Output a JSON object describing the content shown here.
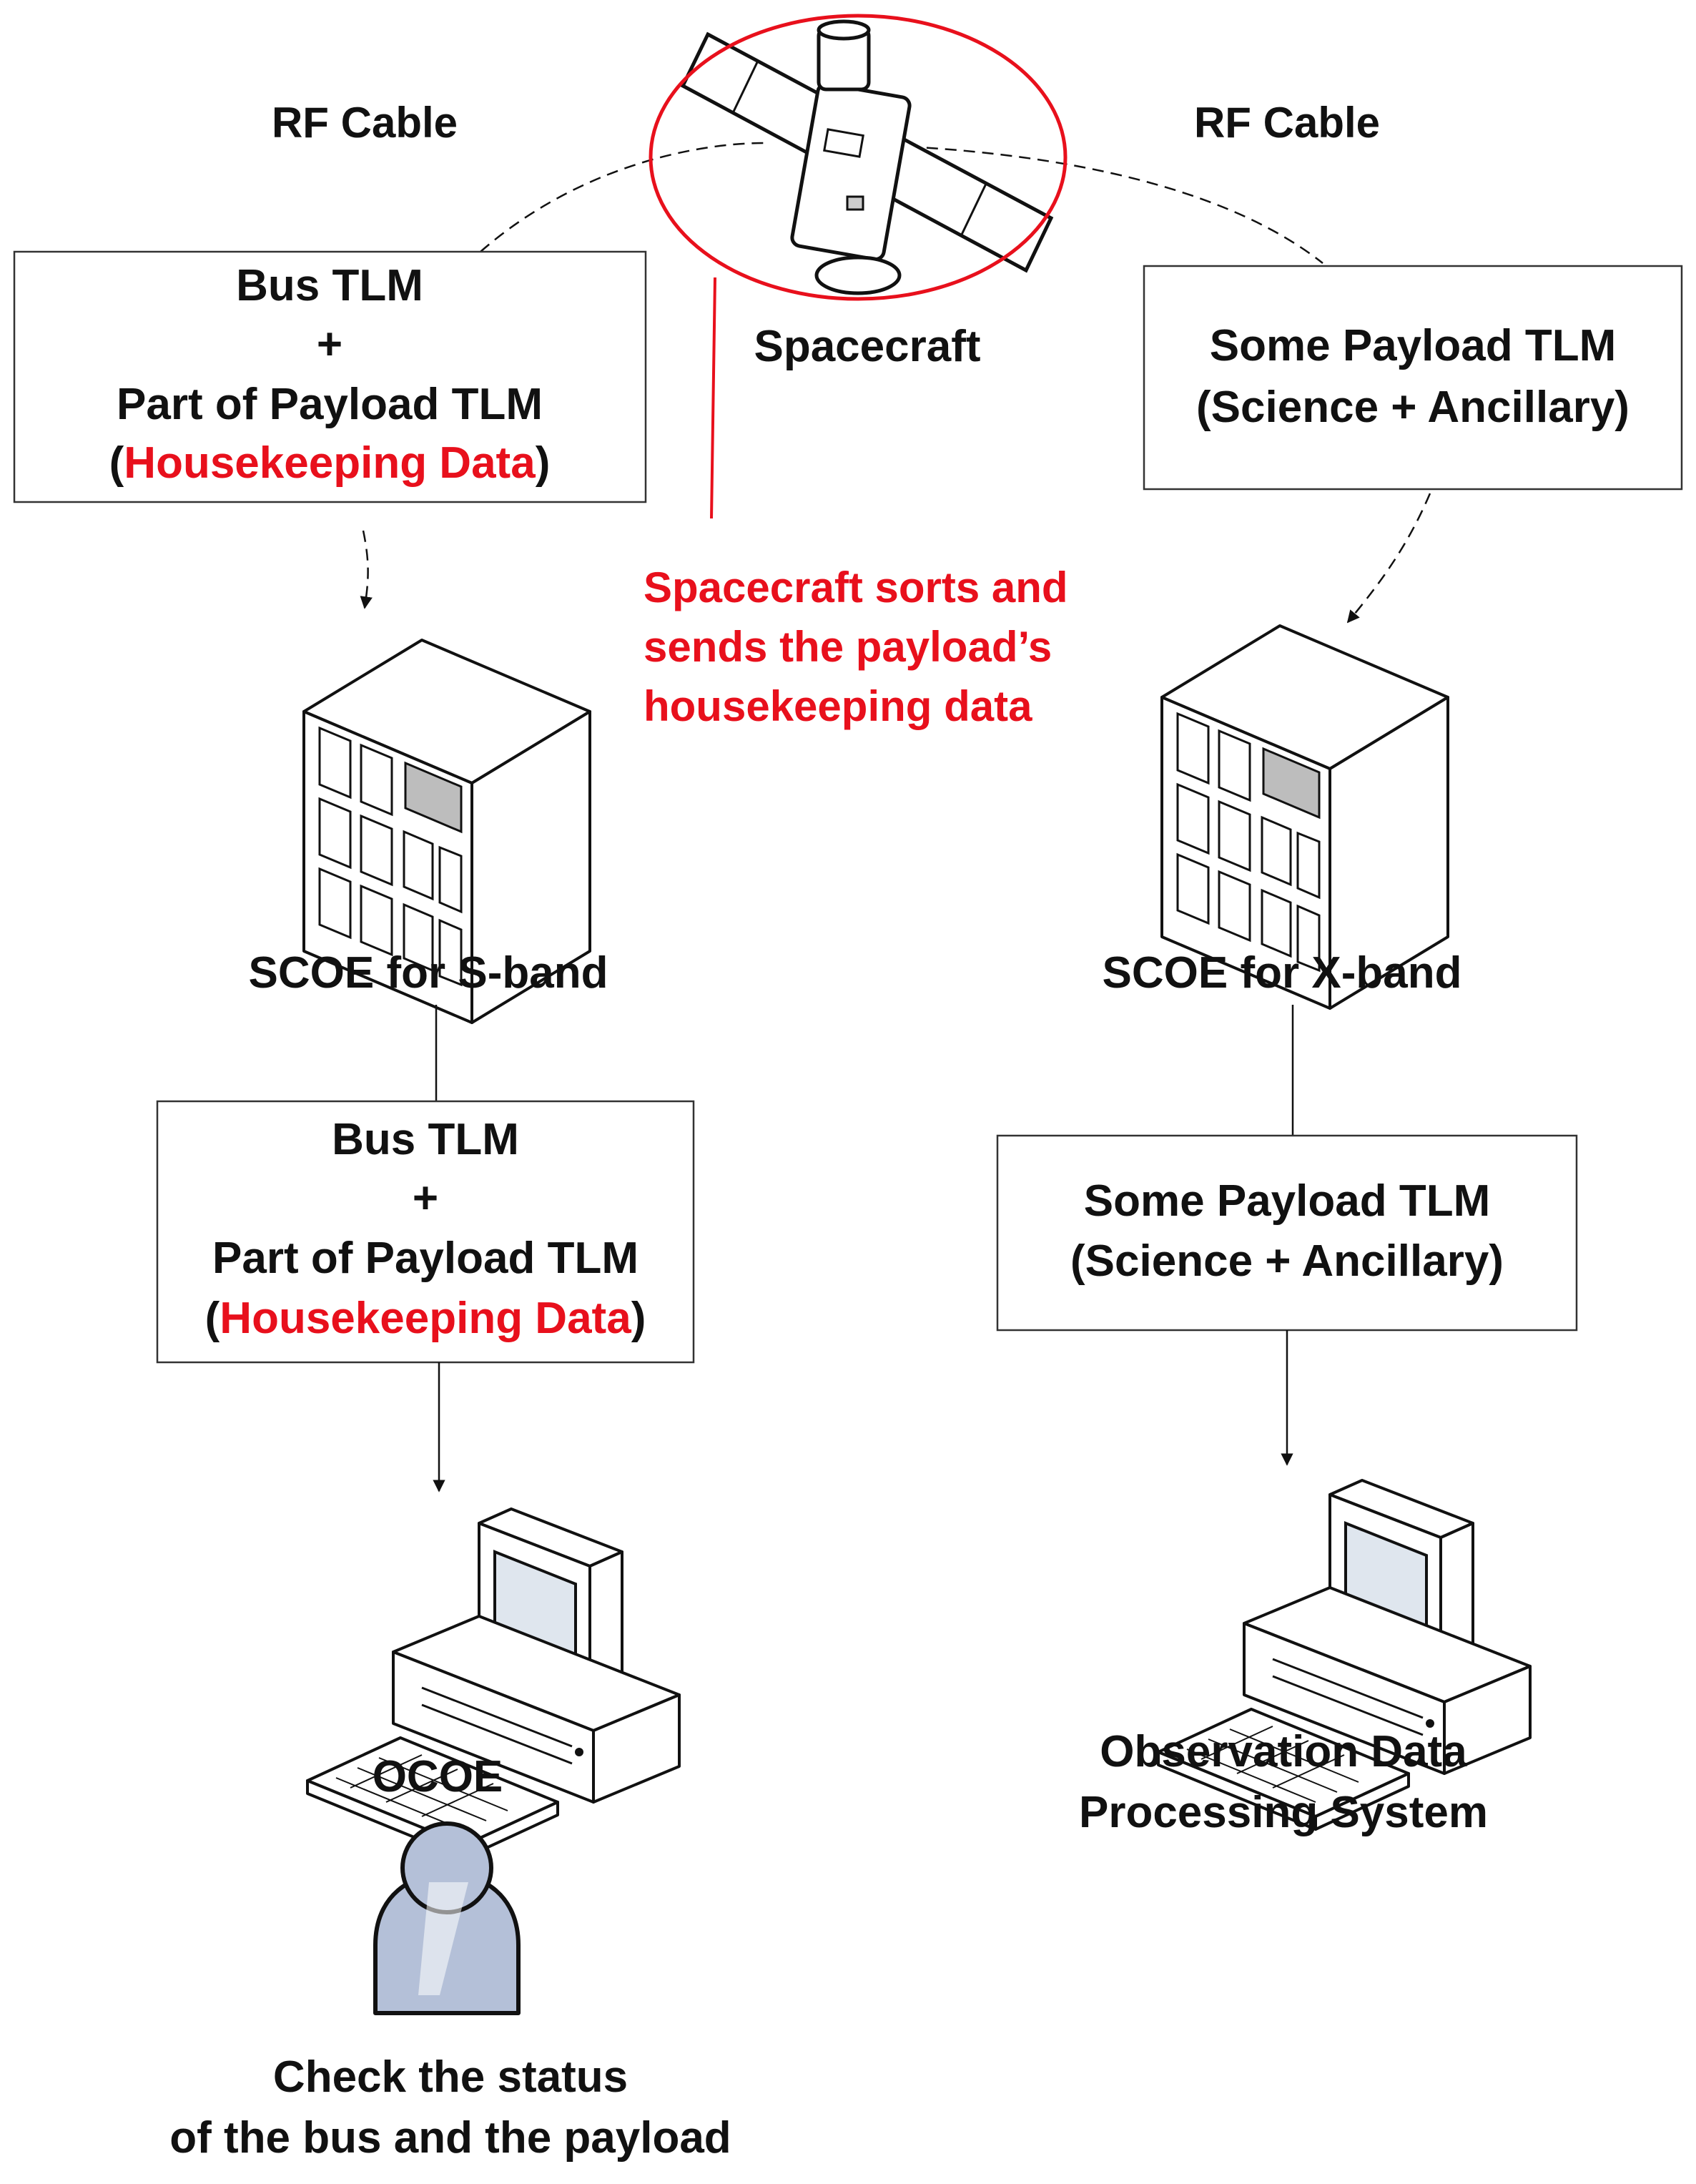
{
  "left_link": {
    "label": "RF Cable"
  },
  "right_link": {
    "label": "RF Cable"
  },
  "spacecraft": {
    "label": "Spacecraft",
    "icon": "satellite-icon"
  },
  "note": {
    "lines": [
      "Spacecraft sorts and",
      "sends the payload’s",
      "housekeeping data"
    ]
  },
  "left_top_box": {
    "line1": "Bus TLM",
    "line2": "+",
    "line3": "Part of Payload TLM",
    "paren_open": "(",
    "highlight": "Housekeeping Data",
    "paren_close": ")"
  },
  "right_top_box": {
    "line1": "Some Payload TLM",
    "line2": "(Science + Ancillary)"
  },
  "scoe_s": {
    "label": "SCOE for S-band",
    "icon": "server-icon"
  },
  "scoe_x": {
    "label": "SCOE for X-band",
    "icon": "server-icon"
  },
  "left_bottom_box": {
    "line1": "Bus TLM",
    "line2": "+",
    "line3": "Part of Payload TLM",
    "paren_open": "(",
    "highlight": "Housekeeping Data",
    "paren_close": ")"
  },
  "right_bottom_box": {
    "line1": "Some Payload TLM",
    "line2": "(Science + Ancillary)"
  },
  "ocoe": {
    "label": "OCOE",
    "icon": "computer-icon"
  },
  "odps": {
    "lines": [
      "Observation Data",
      "Processing System"
    ],
    "icon": "computer-icon"
  },
  "operator": {
    "icon": "person-icon",
    "lines": [
      "Check the status",
      "of the bus and the payload"
    ]
  },
  "colors": {
    "highlight": "#e8101c",
    "ink": "#111111",
    "person_fill": "#b4c0d8"
  }
}
